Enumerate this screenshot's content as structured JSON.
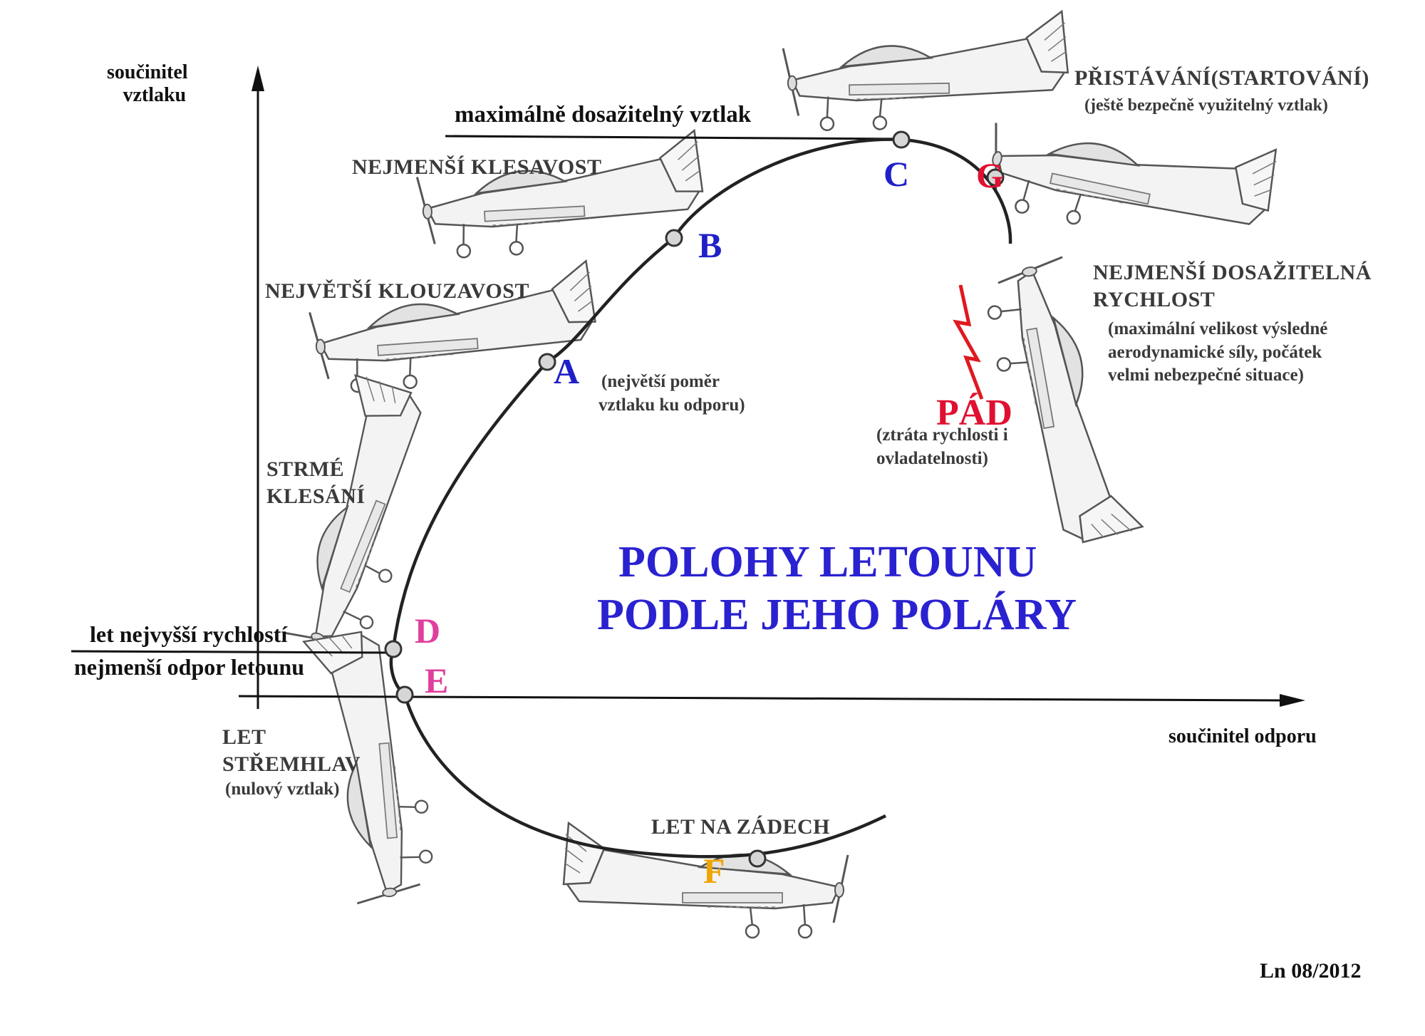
{
  "colors": {
    "curve": "#222222",
    "axis": "#111111",
    "point_blue": "#2020c8",
    "point_magenta": "#e0409c",
    "point_red": "#e01030",
    "point_orange": "#f0a400",
    "title": "#2a22d0",
    "lightning": "#e01820",
    "aircraft_stroke": "#555555"
  },
  "axes": {
    "y_label_line1": "součinitel",
    "y_label_line2": "vztlaku",
    "x_label": "součinitel odporu"
  },
  "title": {
    "line1": "POLOHY  LETOUNU",
    "line2": "PODLE  JEHO  POLÁRY"
  },
  "points": {
    "A": "A",
    "B": "B",
    "C": "C",
    "D": "D",
    "E": "E",
    "F": "F",
    "G": "G"
  },
  "labels": {
    "max_lift": "maximálně dosažitelný vztlak",
    "min_sink": "NEJMENŠÍ KLESAVOST",
    "best_glide": "NEJVĚTŠÍ KLOUZAVOST",
    "best_glide_note_line1": "(největší poměr",
    "best_glide_note_line2": "vztlaku ku odporu)",
    "steep_line1": "STRMÉ",
    "steep_line2": "KLESÁNÍ",
    "max_speed": "let  nejvyšší rychlostí",
    "min_drag": "nejmenší odpor letounu",
    "dive_line1": "LET",
    "dive_line2": "STŘEMHLAV",
    "dive_note": "(nulový vztlak)",
    "inverted": "LET NA ZÁDECH",
    "landing": "PŘISTÁVÁNÍ(STARTOVÁNÍ)",
    "landing_note": "(ještě bezpečně využitelný vztlak)",
    "min_speed_line1": "NEJMENŠÍ DOSAŽITELNÁ",
    "min_speed_line2": "RYCHLOST",
    "min_speed_note1": "(maximální velikost výsledné",
    "min_speed_note2": "aerodynamické síly, počátek",
    "min_speed_note3": "velmi nebezpečné situace)",
    "stall": "PÁD",
    "stall_note1": "(ztráta rychlosti i",
    "stall_note2": "ovladatelnosti)",
    "signature": "Ln 08/2012"
  }
}
